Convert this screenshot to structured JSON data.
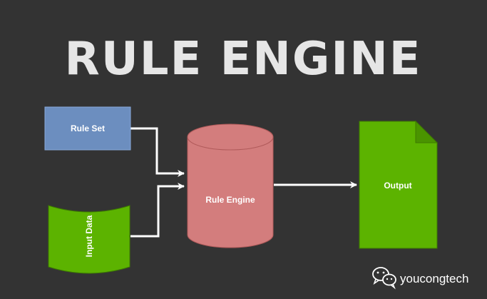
{
  "title": "RULE ENGINE",
  "nodes": {
    "rule_set": {
      "label": "Rule Set",
      "color": "#6c8ebf"
    },
    "input_data": {
      "label": "Input Data",
      "color": "#5cb300"
    },
    "rule_engine": {
      "label": "Rule Engine",
      "color": "#d37d7d"
    },
    "output": {
      "label": "Output",
      "color": "#5cb300"
    }
  },
  "edges": [
    {
      "from": "Rule Set",
      "to": "Rule Engine"
    },
    {
      "from": "Input Data",
      "to": "Rule Engine"
    },
    {
      "from": "Rule Engine",
      "to": "Output"
    }
  ],
  "watermark": {
    "text": "youcongtech",
    "icon": "wechat-icon"
  },
  "colors": {
    "background": "#333333",
    "title": "#e6e6e6",
    "arrow": "#ffffff"
  }
}
